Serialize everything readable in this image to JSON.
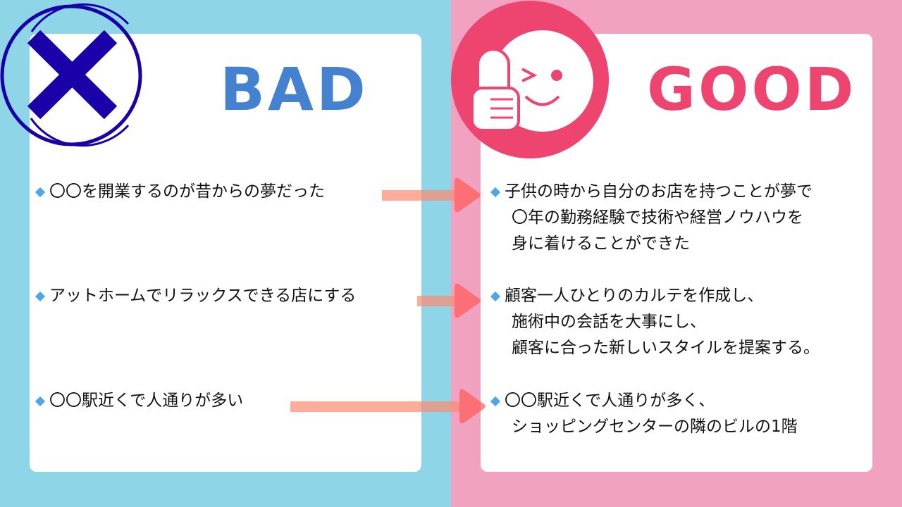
{
  "bad": {
    "title": "BAD",
    "items": [
      {
        "lines": [
          "〇〇を開業するのが昔からの夢だった"
        ]
      },
      {
        "lines": [
          "アットホームでリラックスできる店にする"
        ]
      },
      {
        "lines": [
          "〇〇駅近くで人通りが多い"
        ]
      }
    ]
  },
  "good": {
    "title": "GOOD",
    "items": [
      {
        "lines": [
          "子供の時から自分のお店を持つことが夢で",
          "〇年の勤務経験で技術や経営ノウハウを",
          "身に着けることができた"
        ]
      },
      {
        "lines": [
          "顧客一人ひとりのカルテを作成し、",
          "施術中の会話を大事にし、",
          "顧客に合った新しいスタイルを提案する。"
        ]
      },
      {
        "lines": [
          "〇〇駅近くで人通りが多く、",
          "ショッピングセンターの隣のビルの1階"
        ]
      }
    ]
  },
  "colors": {
    "bad_bg": "#8ED5E8",
    "good_bg": "#F2A2C1",
    "bad_accent": "#4482D1",
    "good_accent": "#EE4470",
    "x_icon": "#1A00A8",
    "arrow": "#FF7F66",
    "bullet": "#4EA5E8"
  }
}
